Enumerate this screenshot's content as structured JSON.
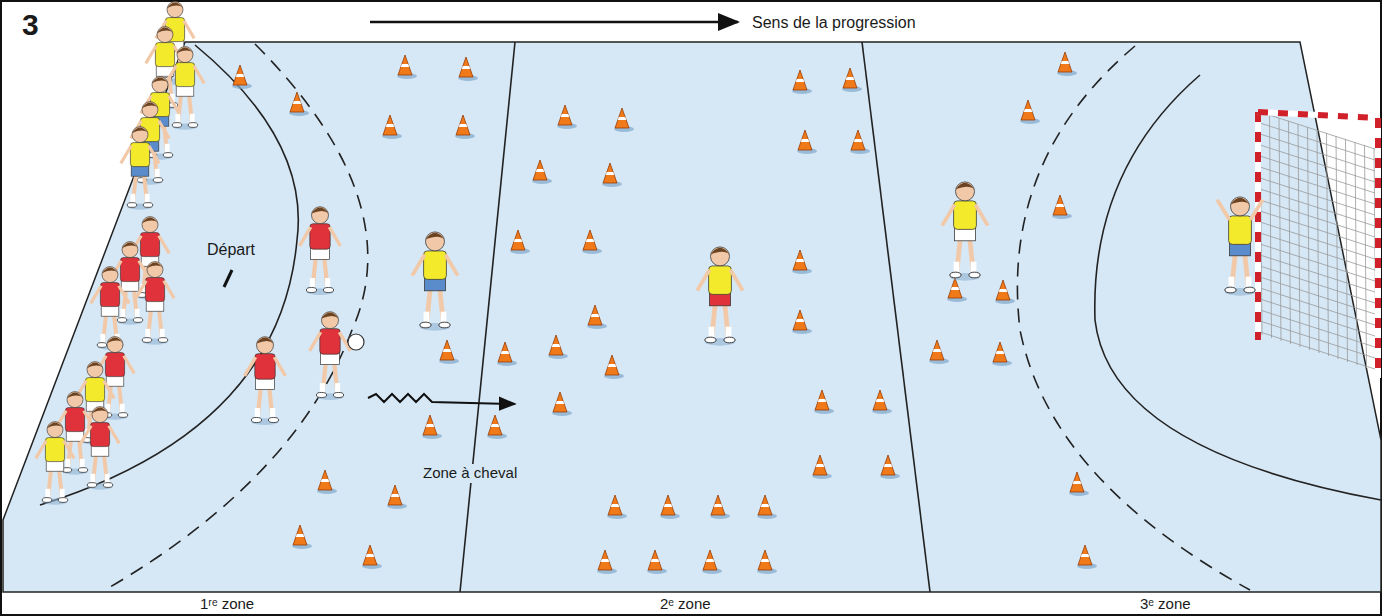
{
  "diagram": {
    "labels": [
      "3",
      "Sens de la progression",
      "Départ",
      "Zone à cheval",
      "1ʳᵉ zone",
      "2ᵉ zone",
      "3ᵉ zone"
    ]
  }
}
